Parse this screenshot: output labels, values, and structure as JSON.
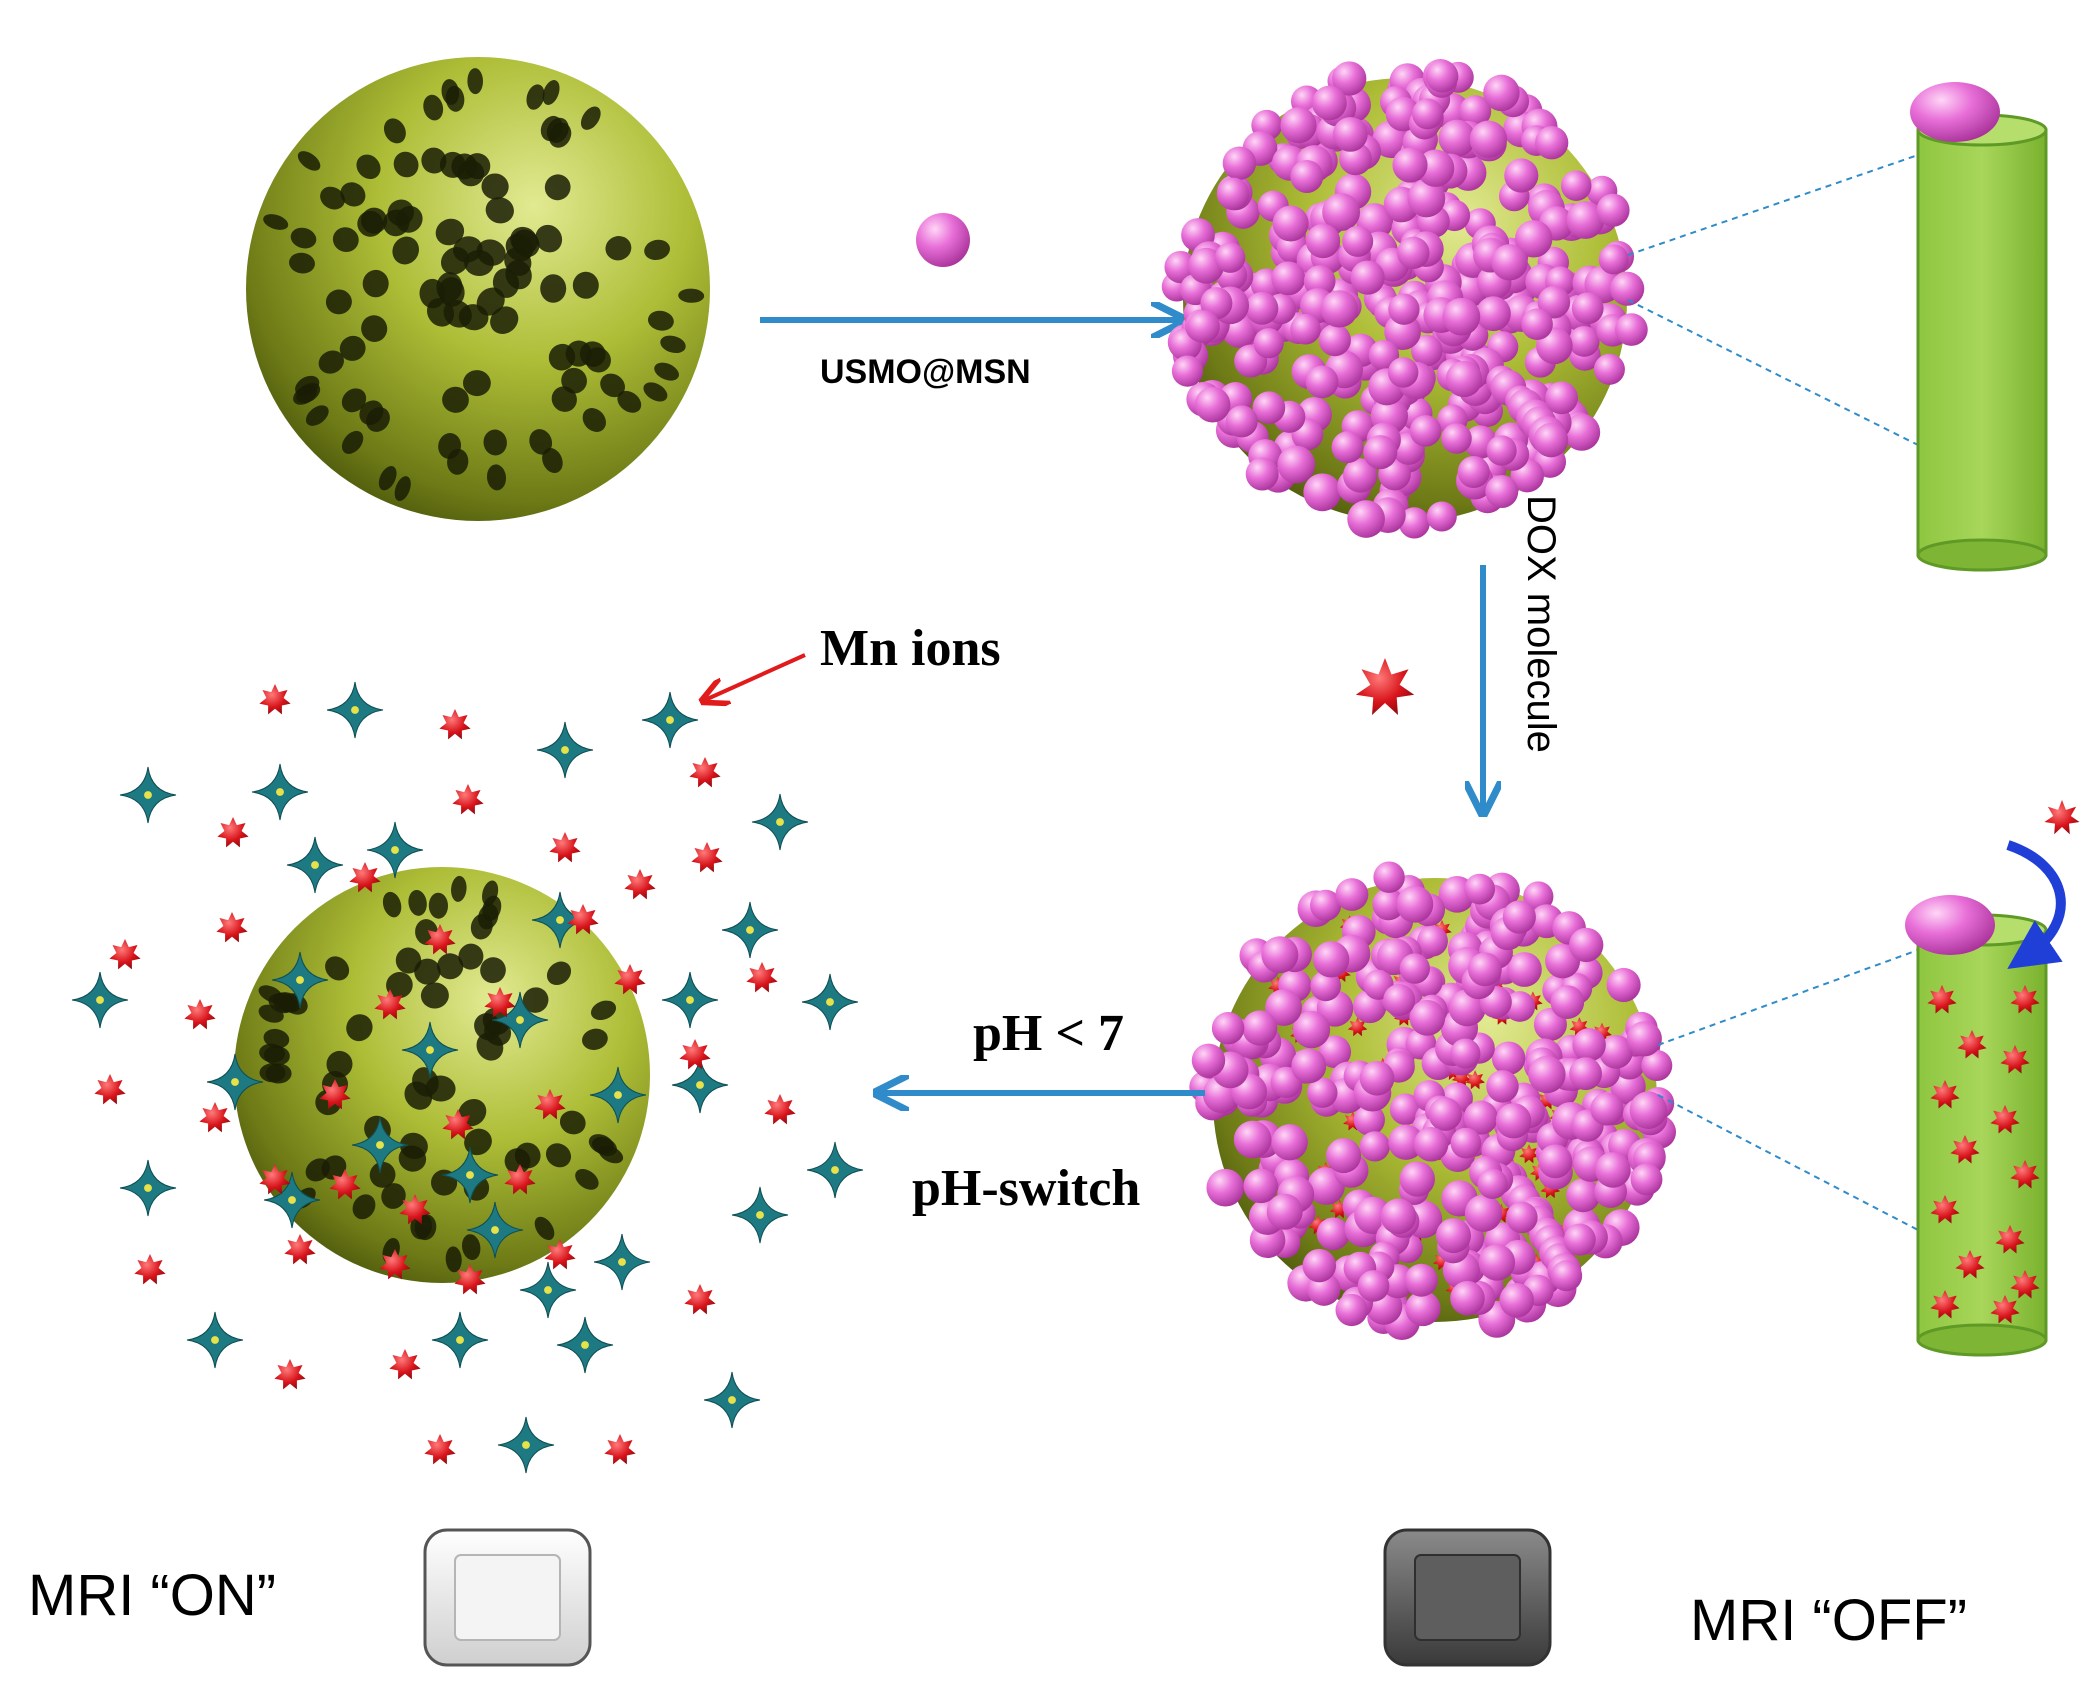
{
  "labels": {
    "usmo_msn": "USMO@MSN",
    "dox_molecule": "DOX molecule",
    "mn_ions": "Mn ions",
    "ph_lt_7": "pH < 7",
    "ph_switch": "pH-switch",
    "mri_on": "MRI “ON”",
    "mri_off": "MRI “OFF”"
  },
  "colors": {
    "silica": "#a7b730",
    "silica_dark": "#5b6612",
    "silica_light": "#d6e07a",
    "usmo_pink": "#e86fd8",
    "dox_red": "#d8141b",
    "mn_teal": "#1e7a82",
    "arrow_blue": "#2f8bc9",
    "mn_arrow_red": "#e11b1b",
    "pore_green": "#8cc43c",
    "mri_on_fill": "#e9e9e9",
    "mri_off_fill": "#5a5a5a"
  }
}
